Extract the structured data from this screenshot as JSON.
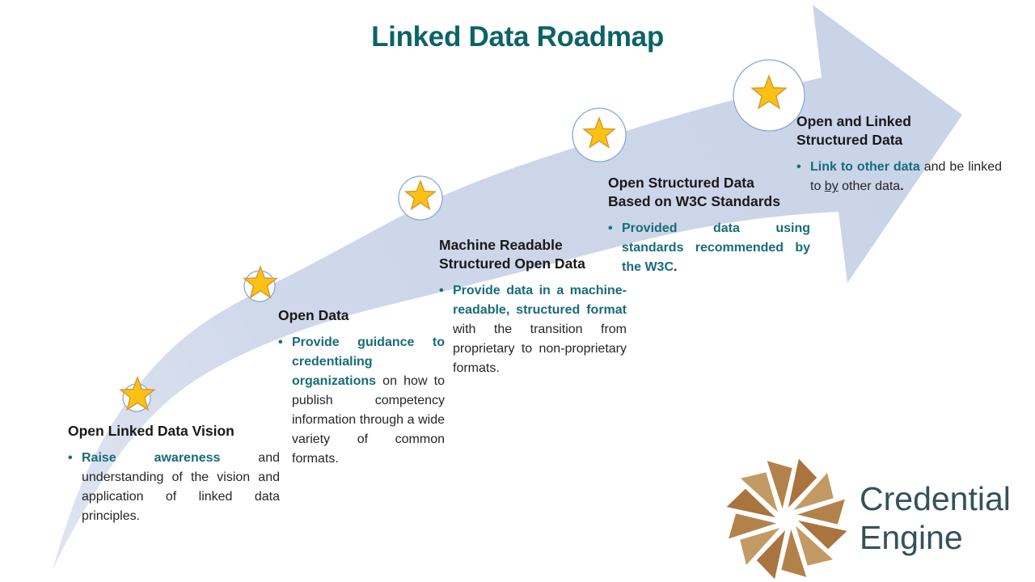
{
  "title": "Linked Data Roadmap",
  "ui": {
    "bullet_marker": "•"
  },
  "colors": {
    "title_teal": "#0c6367",
    "accent_teal": "#186c7a",
    "arrow_fill": "#ccd6e9",
    "star_gold": "#fdc116",
    "star_outline": "#d79b2f",
    "circle_outline": "#85abd5",
    "logo_bronze": "#b2824a",
    "logo_text": "#33525a",
    "body_text": "#262626"
  },
  "milestones": [
    {
      "heading": "Open Linked Data Vision",
      "bullet": {
        "highlight": "Raise awareness",
        "text": " and understanding of the vision and application of linked data principles.",
        "underlined": "",
        "text2": "",
        "bold_period": ""
      }
    },
    {
      "heading": "Open Data",
      "bullet": {
        "highlight": "Provide guidance to credentialing organizations",
        "text": " on how to publish competency information through a wide variety of common formats.",
        "underlined": "",
        "text2": "",
        "bold_period": ""
      }
    },
    {
      "heading": "Machine Readable Structured Open Data",
      "bullet": {
        "highlight": "Provide data in a machine-readable, structured format",
        "text": " with the transition from proprietary to non-proprietary formats.",
        "underlined": "",
        "text2": "",
        "bold_period": ""
      }
    },
    {
      "heading": "Open Structured Data Based on W3C Standards",
      "bullet": {
        "highlight": "Provided data using standards recommended by the W3C",
        "text": "",
        "underlined": "",
        "text2": "",
        "bold_period": "."
      }
    },
    {
      "heading": "Open and Linked Structured Data",
      "bullet": {
        "highlight": "Link to other data",
        "text": " and be linked to ",
        "underlined": "by",
        "text2": " other data",
        "bold_period": "."
      }
    }
  ],
  "logo": {
    "line1": "Credential",
    "line2": "Engine"
  }
}
